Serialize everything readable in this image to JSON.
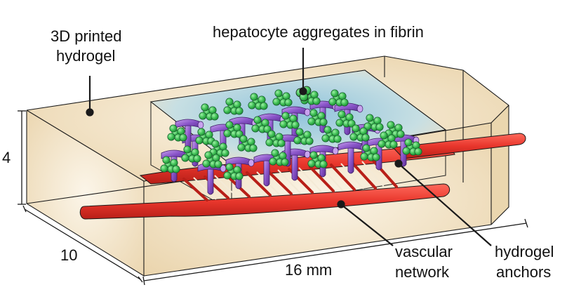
{
  "labels": {
    "hydrogel_line1": "3D printed",
    "hydrogel_line2": "hydrogel",
    "aggregates": "hepatocyte aggregates in fibrin",
    "vascular_line1": "vascular",
    "vascular_line2": "network",
    "anchors_line1": "hydrogel",
    "anchors_line2": "anchors"
  },
  "dimensions": {
    "height": "4",
    "depth": "10",
    "length": "16 mm"
  },
  "colors": {
    "gel_fill": "#f3e6cc",
    "fibrin_fill": "#bcd9e6",
    "vessel": "#e8362c",
    "vessel_dark": "#b81f18",
    "anchor": "#8a55c9",
    "anchor_light": "#b68ae6",
    "aggregate": "#3fbf55",
    "aggregate_dark": "#1d8a33",
    "outline": "#1a1a1a"
  }
}
